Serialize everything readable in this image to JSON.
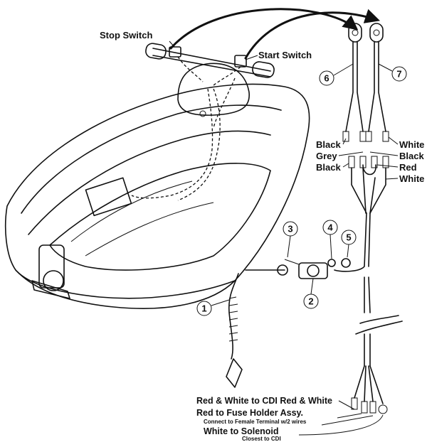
{
  "labels": {
    "stop_switch": "Stop Switch",
    "start_switch": "Start Switch",
    "wire_black_left_1": "Black",
    "wire_grey": "Grey",
    "wire_black_left_2": "Black",
    "wire_white_right_1": "White",
    "wire_black_right": "Black",
    "wire_red": "Red",
    "wire_white_right_2": "White",
    "cdi_note": "Red & White to CDI Red & White",
    "fuse_note": "Red to Fuse Holder Assy.",
    "fuse_subnote": "Connect to Female Terminal w/2 wires",
    "solenoid_note": "White to Solenoid",
    "solenoid_subnote": "Closest to CDI"
  },
  "callouts": [
    "1",
    "2",
    "3",
    "4",
    "5",
    "6",
    "7"
  ]
}
